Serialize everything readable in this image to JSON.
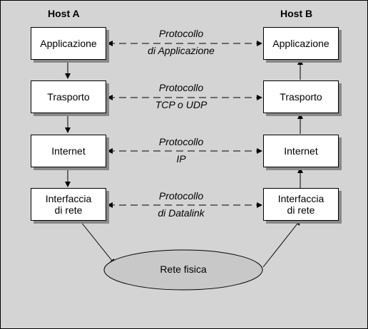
{
  "host_a": {
    "title": "Host A",
    "layers": [
      "Applicazione",
      "Trasporto",
      "Internet",
      "Interfaccia\ndi rete"
    ]
  },
  "host_b": {
    "title": "Host B",
    "layers": [
      "Applicazione",
      "Trasporto",
      "Internet",
      "Interfaccia\ndi rete"
    ]
  },
  "protocols": [
    {
      "line1": "Protocollo",
      "line2": "di Applicazione"
    },
    {
      "line1": "Protocollo",
      "line2": "TCP o UDP"
    },
    {
      "line1": "Protocollo",
      "line2": "IP"
    },
    {
      "line1": "Protocollo",
      "line2": "di Datalink"
    }
  ],
  "network": {
    "label": "Rete fisica"
  },
  "colors": {
    "background": "#d4d4d4",
    "ellipse_fill": "#c8c8c8",
    "shadow": "#888888"
  }
}
